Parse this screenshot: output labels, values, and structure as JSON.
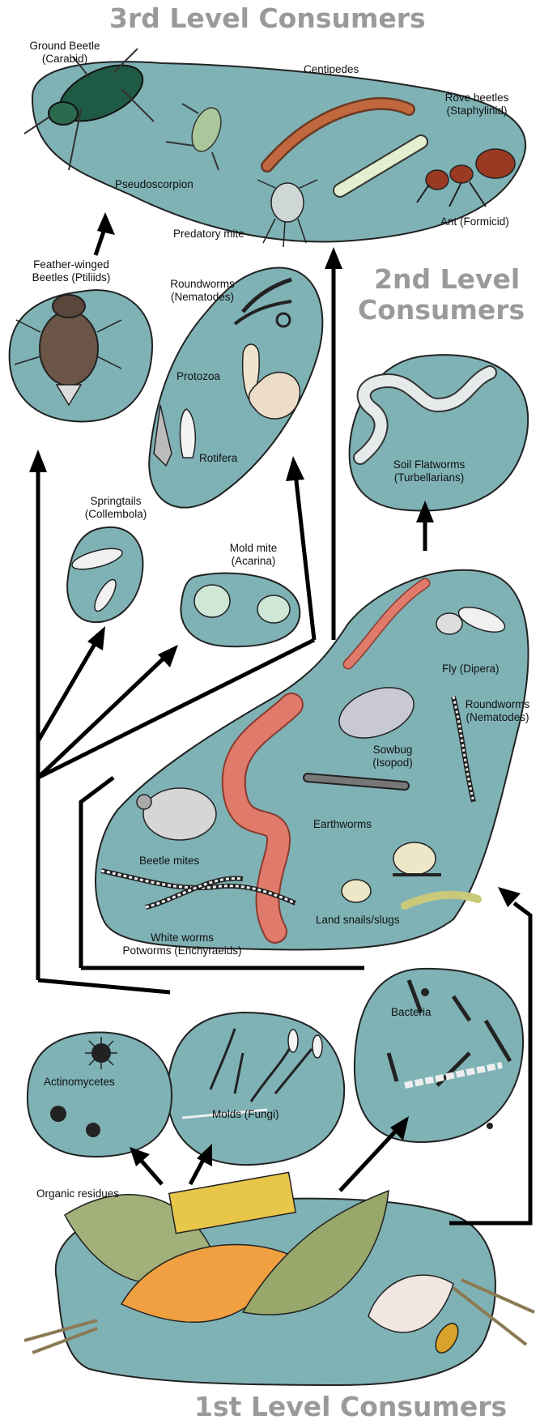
{
  "levels": {
    "third": "3rd Level Consumers",
    "second_line1": "2nd Level",
    "second_line2": "Consumers",
    "first": "1st Level Consumers"
  },
  "labels": {
    "ground_beetle_1": "Ground Beetle",
    "ground_beetle_2": "(Carabid)",
    "centipedes": "Centipedes",
    "rove_beetles_1": "Rove beetles",
    "rove_beetles_2": "(Staphylinid)",
    "pseudoscorpion": "Pseudoscorpion",
    "predatory_mite": "Predatory mite",
    "ant": "Ant (Formicid)",
    "feather_1": "Feather-winged",
    "feather_2": "Beetles (Ptiliids)",
    "roundworms_top_1": "Roundworms",
    "roundworms_top_2": "(Nematodes)",
    "protozoa": "Protozoa",
    "rotifera": "Rotifera",
    "flatworms_1": "Soil Flatworms",
    "flatworms_2": "(Turbellarians)",
    "springtails_1": "Springtails",
    "springtails_2": "(Collembola)",
    "mold_mite_1": "Mold mite",
    "mold_mite_2": "(Acarina)",
    "fly": "Fly (Dipera)",
    "roundworms_mid_1": "Roundworms",
    "roundworms_mid_2": "(Nematodes)",
    "sowbug_1": "Sowbug",
    "sowbug_2": "(Isopod)",
    "earthworms": "Earthworms",
    "beetle_mites": "Beetle mites",
    "land_snails": "Land snails/slugs",
    "white_worms_1": "White worms",
    "white_worms_2": "Potworms (Enchyraeids)",
    "bacteria": "Bacteria",
    "actinomycetes": "Actinomycetes",
    "molds": "Molds (Fungi)",
    "organic_residues": "Organic residues"
  },
  "colors": {
    "blob_fill": "#7fb2b5",
    "heading_gray": "#9a9a9a",
    "earthworm": "#e07a6a",
    "leaf_green": "#98a86a",
    "corn": "#e8c64a",
    "orange_leaf": "#f0a040"
  }
}
